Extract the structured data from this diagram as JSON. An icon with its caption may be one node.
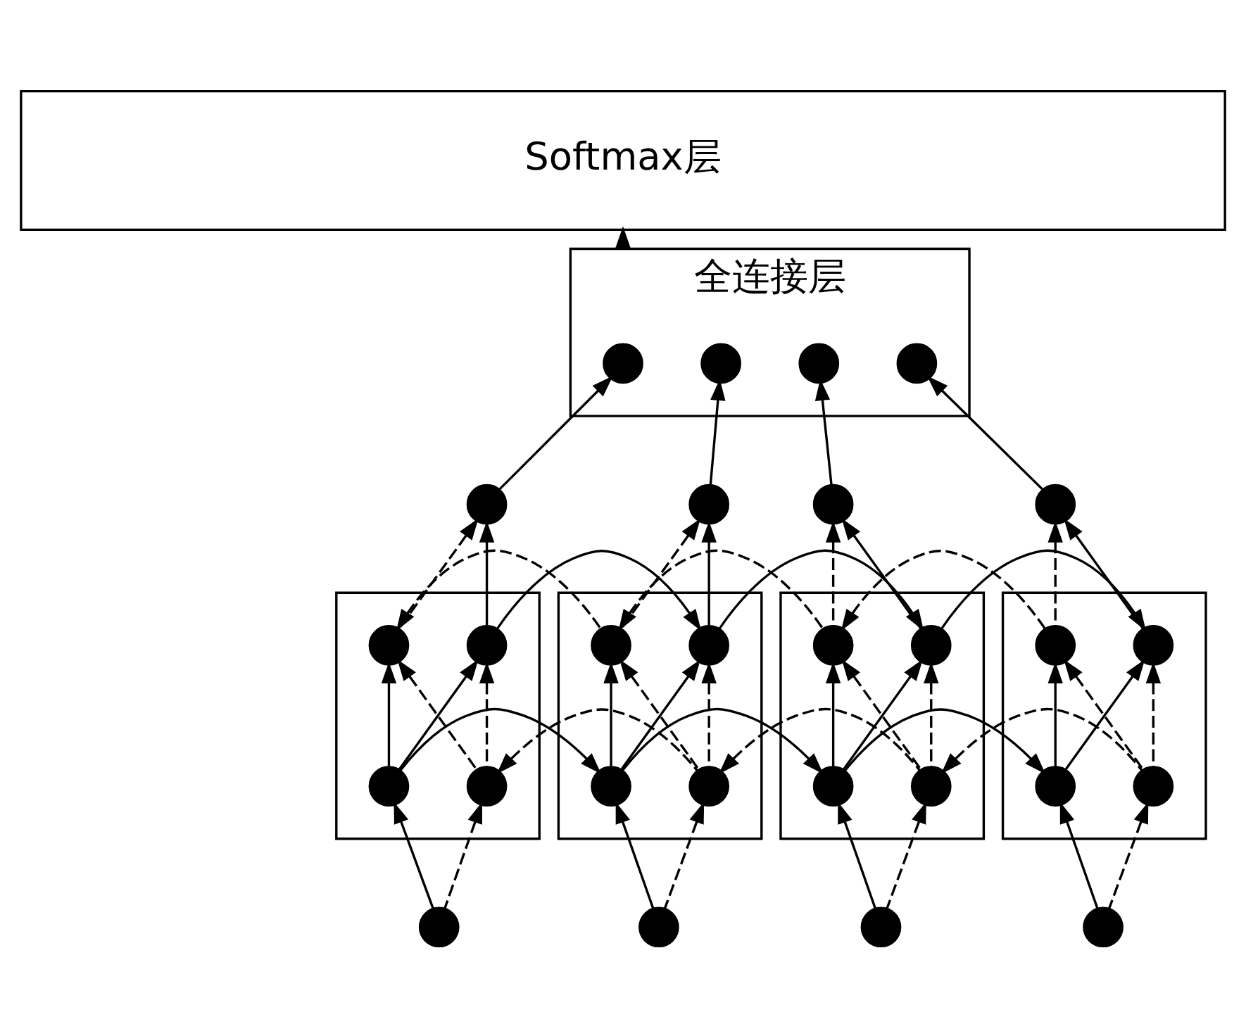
{
  "diagram": {
    "nodes": [
      {
        "text": [
          "Softmax层"
        ]
      },
      {
        "text": [
          "全连接层"
        ]
      },
      {
        "text": [],
        "shape": "circle",
        "in": 1
      },
      {
        "text": [],
        "shape": "circle",
        "in": 1
      },
      {
        "text": [],
        "shape": "circle",
        "in": 1
      },
      {
        "text": [],
        "shape": "circle",
        "in": 1
      },
      {
        "text": [],
        "shape": "circle"
      },
      {
        "text": [],
        "shape": "circle"
      },
      {
        "text": [],
        "shape": "circle"
      },
      {
        "text": [],
        "shape": "circle"
      },
      {
        "text": [],
        "shape": "box"
      },
      {
        "text": [],
        "shape": "circle",
        "in": 10
      },
      {
        "text": [],
        "shape": "circle",
        "in": 10
      },
      {
        "text": [],
        "shape": "circle",
        "in": 10
      },
      {
        "text": [],
        "shape": "circle",
        "in": 10
      },
      {
        "text": [],
        "shape": "box"
      },
      {
        "text": [],
        "shape": "circle",
        "in": 15
      },
      {
        "text": [],
        "shape": "circle",
        "in": 15
      },
      {
        "text": [],
        "shape": "circle",
        "in": 15
      },
      {
        "text": [],
        "shape": "circle",
        "in": 15
      },
      {
        "text": [],
        "shape": "box"
      },
      {
        "text": [],
        "shape": "circle",
        "in": 20
      },
      {
        "text": [],
        "shape": "circle",
        "in": 20
      },
      {
        "text": [],
        "shape": "circle",
        "in": 20
      },
      {
        "text": [],
        "shape": "circle",
        "in": 20
      },
      {
        "text": [],
        "shape": "box"
      },
      {
        "text": [],
        "shape": "circle",
        "in": 25
      },
      {
        "text": [],
        "shape": "circle",
        "in": 25
      },
      {
        "text": [],
        "shape": "circle",
        "in": 25
      },
      {
        "text": [],
        "shape": "circle",
        "in": 25
      },
      {
        "text": [],
        "shape": "circle"
      },
      {
        "text": [],
        "shape": "circle"
      },
      {
        "text": [],
        "shape": "circle"
      },
      {
        "text": [],
        "shape": "circle"
      }
    ],
    "edges": [
      {
        "from": 1,
        "to": 0,
        "arrow": "to"
      },
      {
        "from": 6,
        "to": 2,
        "arrow": "to"
      },
      {
        "from": 7,
        "to": 3,
        "arrow": "to"
      },
      {
        "from": 8,
        "to": 4,
        "arrow": "to"
      },
      {
        "from": 9,
        "to": 5,
        "arrow": "to"
      },
      {
        "from": 11,
        "to": 6,
        "arrow": "to"
      },
      {
        "from": 12,
        "to": 6,
        "arrow": "to",
        "style": "dashed"
      },
      {
        "from": 16,
        "to": 7,
        "arrow": "to"
      },
      {
        "from": 17,
        "to": 7,
        "arrow": "to",
        "style": "dashed"
      },
      {
        "from": 21,
        "to": 8,
        "arrow": "to"
      },
      {
        "from": 22,
        "to": 8,
        "arrow": "to",
        "style": "dashed"
      },
      {
        "from": 26,
        "to": 9,
        "arrow": "to"
      },
      {
        "from": 27,
        "to": 9,
        "arrow": "to",
        "style": "dashed"
      },
      {
        "from": 13,
        "to": 11,
        "arrow": "to"
      },
      {
        "from": 13,
        "to": 12,
        "arrow": "to"
      },
      {
        "from": 14,
        "to": 12,
        "arrow": "to",
        "style": "dashed"
      },
      {
        "from": 14,
        "to": 11,
        "arrow": "to",
        "style": "dashed"
      },
      {
        "from": 18,
        "to": 16,
        "arrow": "to"
      },
      {
        "from": 18,
        "to": 17,
        "arrow": "to"
      },
      {
        "from": 19,
        "to": 17,
        "arrow": "to",
        "style": "dashed"
      },
      {
        "from": 19,
        "to": 16,
        "arrow": "to",
        "style": "dashed"
      },
      {
        "from": 23,
        "to": 21,
        "arrow": "to"
      },
      {
        "from": 23,
        "to": 22,
        "arrow": "to"
      },
      {
        "from": 24,
        "to": 22,
        "arrow": "to",
        "style": "dashed"
      },
      {
        "from": 24,
        "to": 21,
        "arrow": "to",
        "style": "dashed"
      },
      {
        "from": 28,
        "to": 26,
        "arrow": "to"
      },
      {
        "from": 28,
        "to": 27,
        "arrow": "to"
      },
      {
        "from": 29,
        "to": 27,
        "arrow": "to",
        "style": "dashed"
      },
      {
        "from": 29,
        "to": 26,
        "arrow": "to",
        "style": "dashed"
      },
      {
        "from": 11,
        "to": 16,
        "arrow": "to"
      },
      {
        "from": 16,
        "to": 21,
        "arrow": "to"
      },
      {
        "from": 21,
        "to": 26,
        "arrow": "to"
      },
      {
        "from": 13,
        "to": 18,
        "arrow": "to"
      },
      {
        "from": 18,
        "to": 23,
        "arrow": "to"
      },
      {
        "from": 23,
        "to": 28,
        "arrow": "to"
      },
      {
        "from": 17,
        "to": 12,
        "arrow": "to",
        "style": "dashed"
      },
      {
        "from": 22,
        "to": 17,
        "arrow": "to",
        "style": "dashed"
      },
      {
        "from": 27,
        "to": 22,
        "arrow": "to",
        "style": "dashed"
      },
      {
        "from": 19,
        "to": 14,
        "arrow": "to",
        "style": "dashed"
      },
      {
        "from": 24,
        "to": 19,
        "arrow": "to",
        "style": "dashed"
      },
      {
        "from": 29,
        "to": 24,
        "arrow": "to",
        "style": "dashed"
      },
      {
        "from": 30,
        "to": 13,
        "arrow": "to"
      },
      {
        "from": 30,
        "to": 14,
        "arrow": "to",
        "style": "dashed"
      },
      {
        "from": 31,
        "to": 18,
        "arrow": "to"
      },
      {
        "from": 31,
        "to": 19,
        "arrow": "to",
        "style": "dashed"
      },
      {
        "from": 32,
        "to": 23,
        "arrow": "to"
      },
      {
        "from": 32,
        "to": 24,
        "arrow": "to",
        "style": "dashed"
      },
      {
        "from": 33,
        "to": 28,
        "arrow": "to"
      },
      {
        "from": 33,
        "to": 29,
        "arrow": "to",
        "style": "dashed"
      }
    ]
  }
}
